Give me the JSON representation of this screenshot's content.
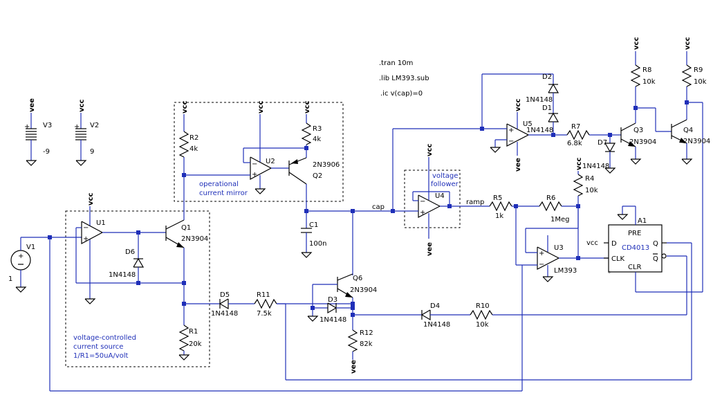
{
  "directives": [
    ".tran 10m",
    ".lib LM393.sub",
    ".ic v(cap)=0"
  ],
  "nets": {
    "vcc": "vcc",
    "vee": "vee",
    "cap": "cap",
    "ramp": "ramp"
  },
  "sources": {
    "V1": {
      "name": "V1",
      "value": "1"
    },
    "V2": {
      "name": "V2",
      "value": "9"
    },
    "V3": {
      "name": "V3",
      "value": "-9"
    }
  },
  "opamps": {
    "U1": "U1",
    "U2": "U2",
    "U3": "U3",
    "U4": "U4",
    "U5": "U5",
    "U3_model": "LM393"
  },
  "transistors": {
    "Q1": {
      "name": "Q1",
      "model": "2N3904"
    },
    "Q2": {
      "name": "Q2",
      "model": "2N3906"
    },
    "Q3": {
      "name": "Q3",
      "model": "2N3904"
    },
    "Q4": {
      "name": "Q4",
      "model": "2N3904"
    },
    "Q6": {
      "name": "Q6",
      "model": "2N3904"
    }
  },
  "resistors": {
    "R1": {
      "name": "R1",
      "value": "20k"
    },
    "R2": {
      "name": "R2",
      "value": "4k"
    },
    "R3": {
      "name": "R3",
      "value": "4k"
    },
    "R4": {
      "name": "R4",
      "value": "10k"
    },
    "R5": {
      "name": "R5",
      "value": "1k"
    },
    "R6": {
      "name": "R6",
      "value": "1Meg"
    },
    "R7": {
      "name": "R7",
      "value": "6.8k"
    },
    "R8": {
      "name": "R8",
      "value": "10k"
    },
    "R9": {
      "name": "R9",
      "value": "10k"
    },
    "R10": {
      "name": "R10",
      "value": "10k"
    },
    "R11": {
      "name": "R11",
      "value": "7.5k"
    },
    "R12": {
      "name": "R12",
      "value": "82k"
    }
  },
  "diodes": {
    "D1": {
      "name": "D1",
      "model": "1N4148"
    },
    "D2": {
      "name": "D2",
      "model": "1N4148"
    },
    "D3": {
      "name": "D3",
      "model": "1N4148"
    },
    "D4": {
      "name": "D4",
      "model": "1N4148"
    },
    "D5": {
      "name": "D5",
      "model": "1N4148"
    },
    "D6": {
      "name": "D6",
      "model": "1N4148"
    },
    "D7": {
      "name": "D7",
      "model": "1N4148"
    }
  },
  "capacitor": {
    "name": "C1",
    "value": "100n"
  },
  "flipflop": {
    "name": "A1",
    "model": "CD4013",
    "pins": {
      "pre": "PRE",
      "clr": "CLR",
      "d": "D",
      "clk": "CLK",
      "q": "Q",
      "qbar": "Q",
      "vcc": "vcc"
    }
  },
  "annotations": {
    "vccs": [
      "voltage-controlled",
      "current source",
      "1/R1=50uA/volt"
    ],
    "mirror": [
      "operational",
      "current mirror"
    ],
    "follower": [
      "voltage",
      "follower"
    ]
  },
  "colors": {
    "wire": "#1f2fb8",
    "part": "#000000",
    "background": "#ffffff"
  }
}
